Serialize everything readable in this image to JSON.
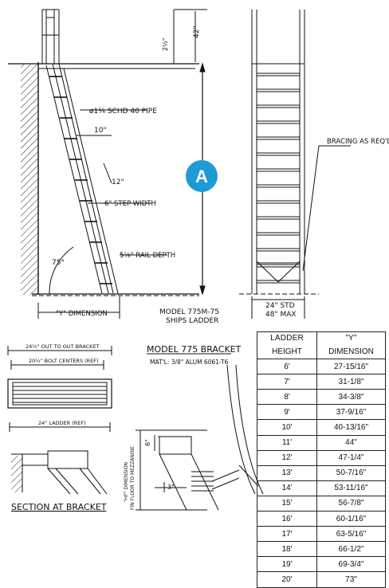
{
  "dim_42": "42\"",
  "dim_2half": "2½\"",
  "pipe_label": "ø1¼ SCHD 40 PIPE",
  "dim_10": "10\"",
  "dim_12": "12\"",
  "step_width": "6\" STEP WIDTH",
  "rail_depth": "5⅛\" RAIL DEPTH",
  "angle_75": "75°",
  "y_dimension": "\"Y\" DIMENSION",
  "model_line1": "MODEL 775M-75",
  "model_line2": "SHIPS LADDER",
  "badge": "A",
  "bracing": "BRACING AS REQ'D",
  "std_width": "24\" STD",
  "max_width": "48\" MAX",
  "out_to_out": "24½\" OUT TO OUT BRACKET",
  "bolt_centers": "20¼\" BOLT CENTERS (REF)",
  "ladder_ref": "24\" LADDER (REF)",
  "section_title": "SECTION AT BRACKET",
  "bracket_title": "MODEL 775 BRACKET",
  "bracket_mat": "MAT'L: 3/8\" ALUM 6061-T6",
  "hf_dim1": "\"HF\" DIMENSION",
  "hf_dim2": "FIN FLOOR TO MEZZANINE",
  "dim_6": "6\"",
  "dim_3": "3\"",
  "table": {
    "header": [
      "LADDER",
      "\"Y\""
    ],
    "header2": [
      "HEIGHT",
      "DIMENSION"
    ],
    "rows": [
      [
        "6'",
        "27-15/16\""
      ],
      [
        "7'",
        "31-1/8\""
      ],
      [
        "8'",
        "34-3/8\""
      ],
      [
        "9'",
        "37-9/16\""
      ],
      [
        "10'",
        "40-13/16\""
      ],
      [
        "11'",
        "44\""
      ],
      [
        "12'",
        "47-1/4\""
      ],
      [
        "13'",
        "50-7/16\""
      ],
      [
        "14'",
        "53-11/16\""
      ],
      [
        "15'",
        "56-7/8\""
      ],
      [
        "16'",
        "60-1/16\""
      ],
      [
        "17'",
        "63-5/16\""
      ],
      [
        "18'",
        "66-1/2\""
      ],
      [
        "19'",
        "69-3/4\""
      ],
      [
        "20'",
        "73\""
      ]
    ]
  },
  "colors": {
    "line": "#111111",
    "badge_fill": "#1e9ad6",
    "badge_text": "#ffffff"
  }
}
